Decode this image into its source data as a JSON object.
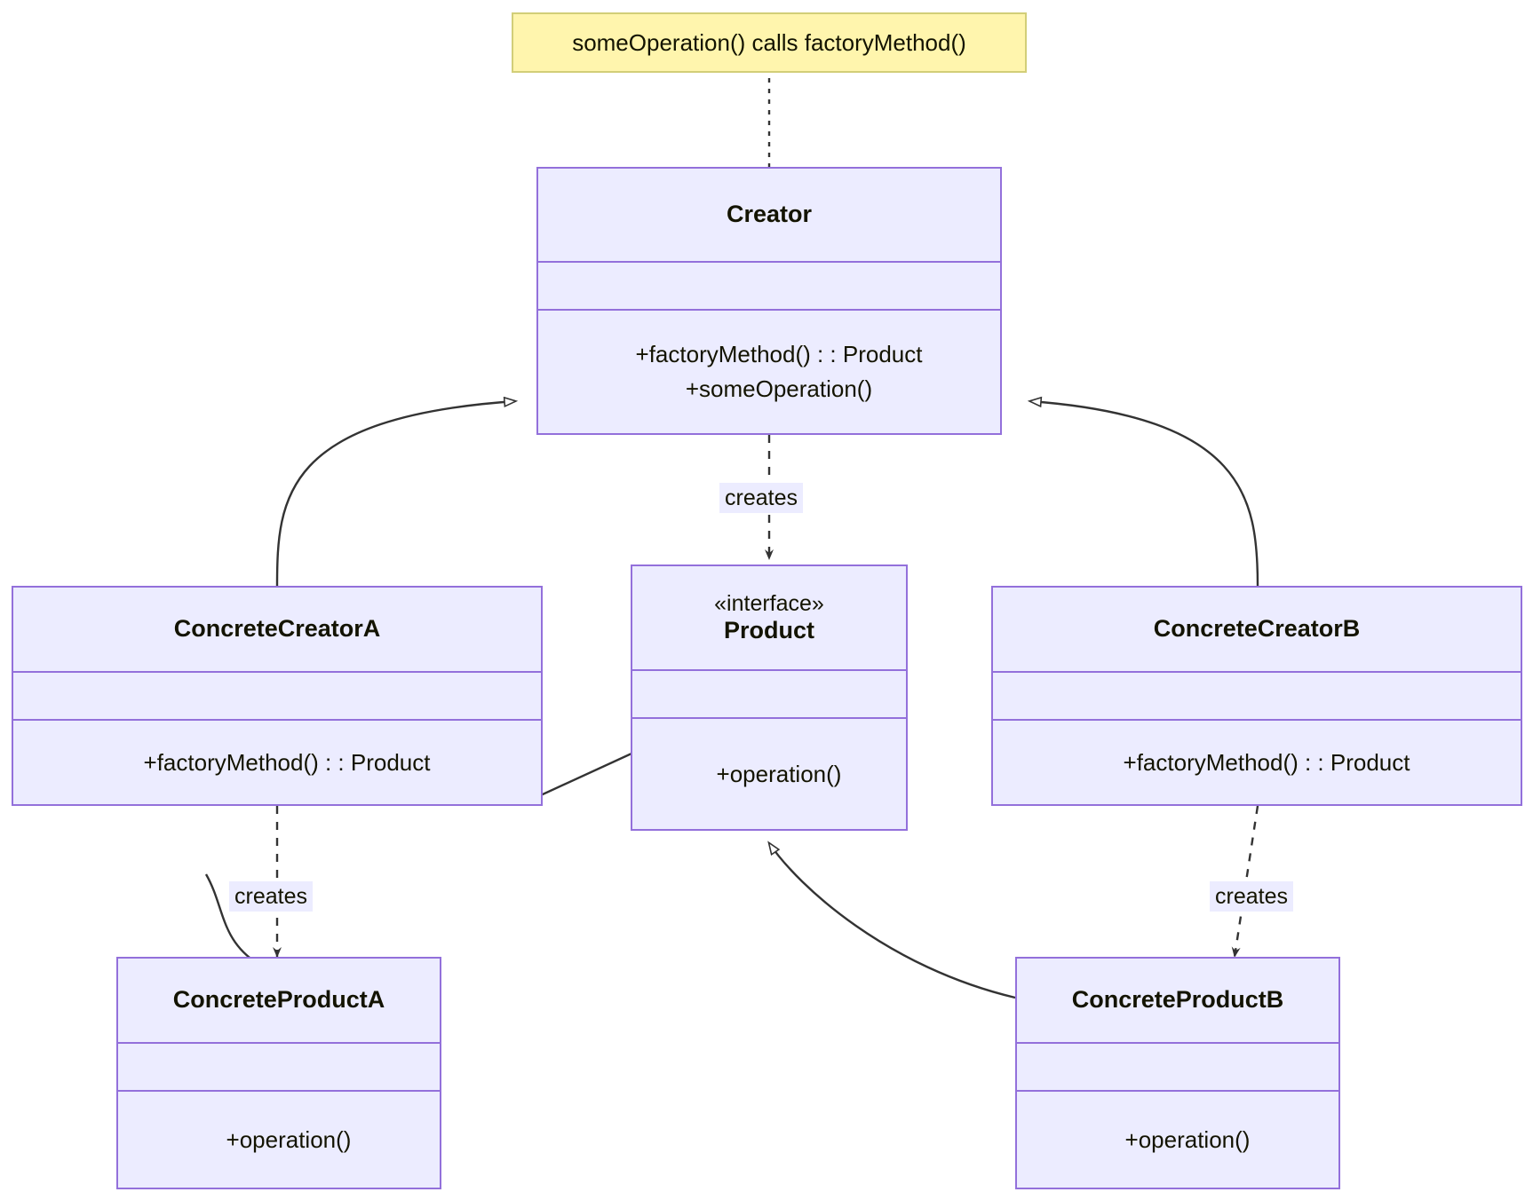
{
  "diagram": {
    "type": "uml-class-diagram",
    "title_note": {
      "text": "someOperation() calls factoryMethod()",
      "fill": "#fff5ad",
      "stroke": "#d2ce78"
    },
    "theme": {
      "node_fill": "#ececff",
      "node_stroke": "#9370db",
      "edge_stroke": "#333333",
      "text_color": "#131300"
    },
    "nodes": [
      {
        "id": "creator",
        "name": "Creator",
        "stereotype": "",
        "attributes": [],
        "methods": [
          "+factoryMethod() : : Product",
          "+someOperation()"
        ]
      },
      {
        "id": "concrete-creator-a",
        "name": "ConcreteCreatorA",
        "stereotype": "",
        "attributes": [],
        "methods": [
          "+factoryMethod() : : Product"
        ]
      },
      {
        "id": "concrete-creator-b",
        "name": "ConcreteCreatorB",
        "stereotype": "",
        "attributes": [],
        "methods": [
          "+factoryMethod() : : Product"
        ]
      },
      {
        "id": "product",
        "name": "Product",
        "stereotype": "«interface»",
        "attributes": [],
        "methods": [
          "+operation()"
        ]
      },
      {
        "id": "concrete-product-a",
        "name": "ConcreteProductA",
        "stereotype": "",
        "attributes": [],
        "methods": [
          "+operation()"
        ]
      },
      {
        "id": "concrete-product-b",
        "name": "ConcreteProductB",
        "stereotype": "",
        "attributes": [],
        "methods": [
          "+operation()"
        ]
      }
    ],
    "edges": [
      {
        "id": "note-link",
        "from": "note",
        "to": "creator",
        "kind": "note-link",
        "label": ""
      },
      {
        "id": "cca-creator",
        "from": "concrete-creator-a",
        "to": "creator",
        "kind": "generalization",
        "label": ""
      },
      {
        "id": "ccb-creator",
        "from": "concrete-creator-b",
        "to": "creator",
        "kind": "generalization",
        "label": ""
      },
      {
        "id": "creator-product",
        "from": "creator",
        "to": "product",
        "kind": "dependency",
        "label": "creates"
      },
      {
        "id": "cpa-product",
        "from": "concrete-product-a",
        "to": "product",
        "kind": "realization",
        "label": ""
      },
      {
        "id": "cpb-product",
        "from": "concrete-product-b",
        "to": "product",
        "kind": "realization",
        "label": ""
      },
      {
        "id": "cca-cpa",
        "from": "concrete-creator-a",
        "to": "concrete-product-a",
        "kind": "dependency",
        "label": "creates"
      },
      {
        "id": "ccb-cpb",
        "from": "concrete-creator-b",
        "to": "concrete-product-b",
        "kind": "dependency",
        "label": "creates"
      }
    ],
    "labels": {
      "creates_center": "creates",
      "creates_left": "creates",
      "creates_right": "creates"
    }
  }
}
